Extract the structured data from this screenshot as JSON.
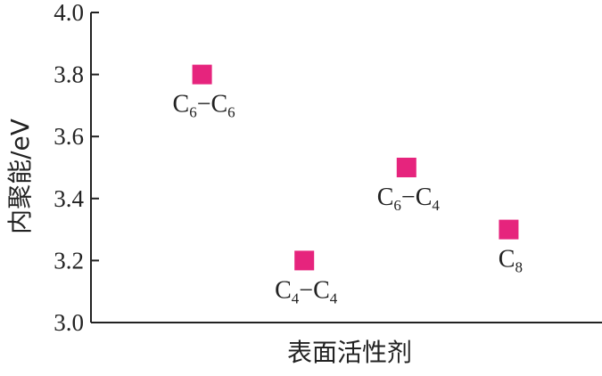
{
  "chart_data": {
    "type": "scatter",
    "title": "",
    "xlabel": "表面活性剂",
    "ylabel": "内聚能/eV",
    "ylim": [
      3.0,
      4.0
    ],
    "yticks": [
      "3.0",
      "3.2",
      "3.4",
      "3.6",
      "3.8",
      "4.0"
    ],
    "grid": false,
    "marker_color": "#e6247d",
    "points": [
      {
        "category": "C6-C6",
        "y": 3.8,
        "label_parts": [
          "C",
          "6",
          "−C",
          "6"
        ]
      },
      {
        "category": "C4-C4",
        "y": 3.2,
        "label_parts": [
          "C",
          "4",
          "−C",
          "4"
        ]
      },
      {
        "category": "C6-C4",
        "y": 3.5,
        "label_parts": [
          "C",
          "6",
          "−C",
          "4"
        ]
      },
      {
        "category": "C8",
        "y": 3.3,
        "label_parts": [
          "C",
          "8"
        ]
      }
    ]
  }
}
